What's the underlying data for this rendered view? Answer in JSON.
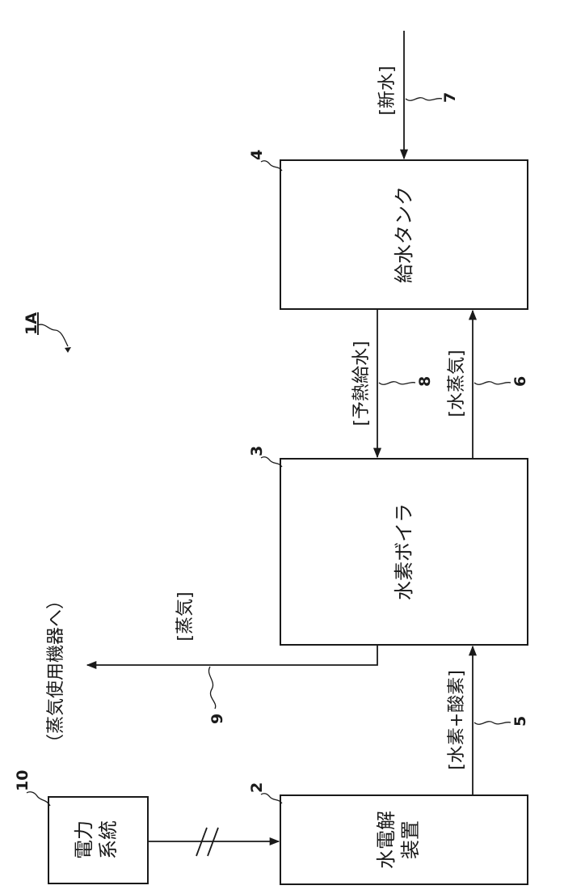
{
  "diagram": {
    "system_label": "1A",
    "blocks": [
      {
        "id": "power_grid",
        "ref": "10",
        "lines": [
          "電力",
          "系統"
        ]
      },
      {
        "id": "electrolyzer",
        "ref": "2",
        "lines": [
          "水電解",
          "装置"
        ]
      },
      {
        "id": "hydrogen_boiler",
        "ref": "3",
        "lines": [
          "水素ボイラ"
        ]
      },
      {
        "id": "feed_tank",
        "ref": "4",
        "lines": [
          "給水タンク"
        ]
      }
    ],
    "flows": [
      {
        "id": "h2_o2",
        "ref": "5",
        "label": "[水素+酸素]"
      },
      {
        "id": "steam_return",
        "ref": "6",
        "label": "[水蒸気]"
      },
      {
        "id": "fresh_water",
        "ref": "7",
        "label": "[新水]"
      },
      {
        "id": "preheated_feed",
        "ref": "8",
        "label": "[予熱給水]"
      },
      {
        "id": "steam_out",
        "ref": "9",
        "label": "[蒸気]"
      }
    ],
    "destination_label": "（蒸気使用機器へ）"
  },
  "colors": {
    "ink": "#1a1a1a",
    "background": "#ffffff"
  }
}
